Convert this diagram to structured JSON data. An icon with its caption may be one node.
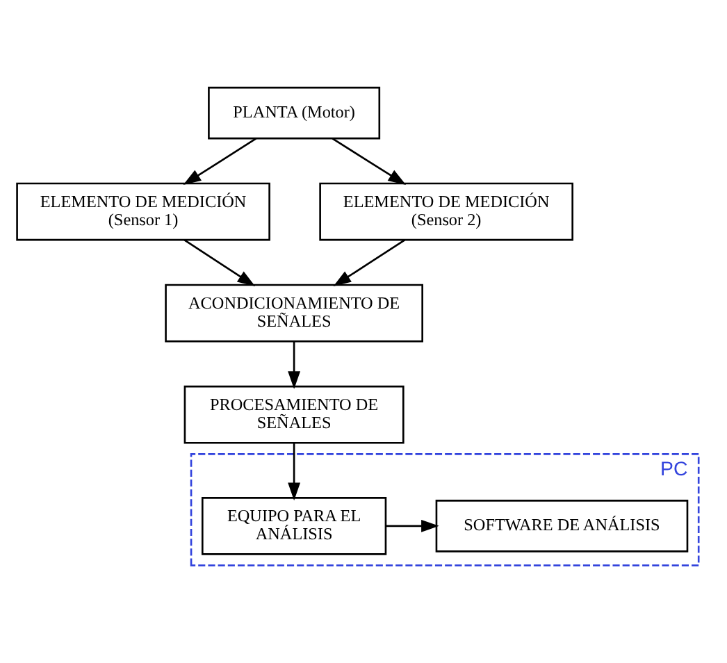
{
  "diagram": {
    "nodes": [
      {
        "text": [
          "PLANTA (Motor)"
        ]
      },
      {
        "text": [
          "ELEMENTO DE MEDICIÓN (Sensor 1)"
        ]
      },
      {
        "text": [
          "ELEMENTO DE MEDICIÓN (Sensor 2)"
        ]
      },
      {
        "text": [
          "ACONDICIONAMIENTO DE SEÑALES"
        ]
      },
      {
        "text": [
          "PROCESAMIENTO DE SEÑALES"
        ]
      },
      {
        "text": [
          "PC"
        ]
      },
      {
        "text": [
          "EQUIPO PARA EL ANÁLISIS"
        ],
        "in": 5
      },
      {
        "text": [
          "SOFTWARE DE ANÁLISIS"
        ],
        "in": 5
      }
    ],
    "edges": [
      {
        "from": 0,
        "to": 1,
        "arrow": "to"
      },
      {
        "from": 0,
        "to": 2,
        "arrow": "to"
      },
      {
        "from": 1,
        "to": 3,
        "arrow": "to"
      },
      {
        "from": 2,
        "to": 3,
        "arrow": "to"
      },
      {
        "from": 3,
        "to": 4,
        "arrow": "to"
      },
      {
        "from": 4,
        "to": 6,
        "arrow": "to"
      },
      {
        "from": 6,
        "to": 7,
        "arrow": "to"
      }
    ]
  }
}
